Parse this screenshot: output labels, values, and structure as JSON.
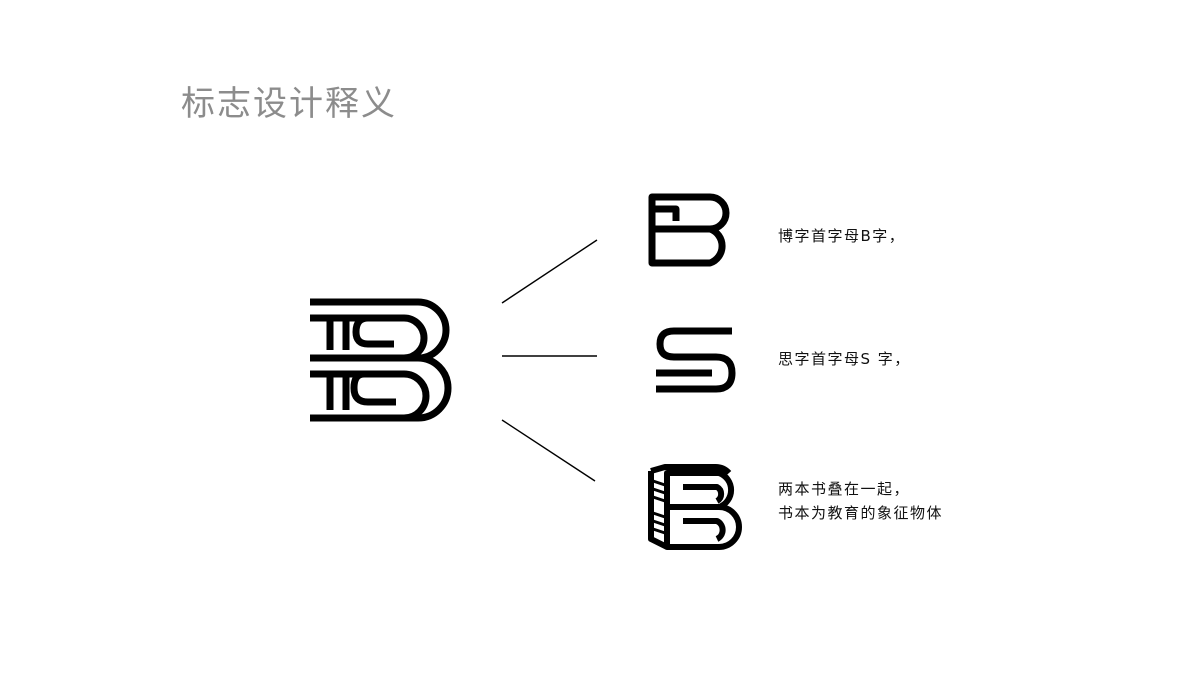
{
  "page": {
    "title": "标志设计释义"
  },
  "colors": {
    "ink": "#000000",
    "title": "#8c8c8c",
    "background": "#ffffff"
  },
  "elements": [
    {
      "icon": "letter-b-mark-icon",
      "text": "博字首字母B字，"
    },
    {
      "icon": "letter-s-mark-icon",
      "text": "思字首字母S 字，"
    },
    {
      "icon": "stacked-books-icon",
      "lines": [
        "两本书叠在一起，",
        "书本为教育的象征物体"
      ]
    }
  ],
  "main_logo": {
    "icon": "bs-books-logo-icon"
  }
}
